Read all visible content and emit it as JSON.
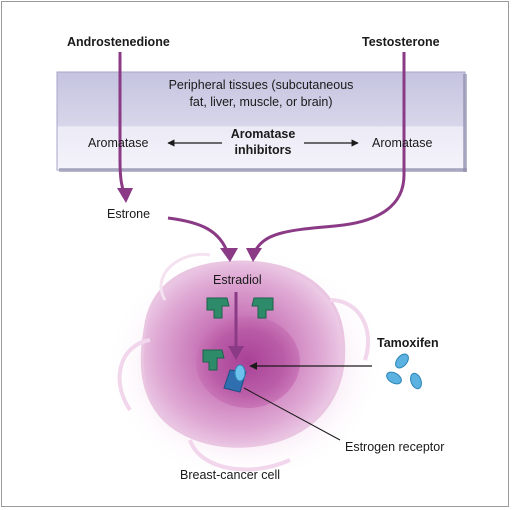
{
  "labels": {
    "androstenedione": "Androstenedione",
    "testosterone": "Testosterone",
    "peripheral_line1": "Peripheral tissues (subcutaneous",
    "peripheral_line2": "fat, liver, muscle, or brain)",
    "aromatase_left": "Aromatase",
    "aromatase_right": "Aromatase",
    "inhibitors_line1": "Aromatase",
    "inhibitors_line2": "inhibitors",
    "estrone": "Estrone",
    "estradiol": "Estradiol",
    "tamoxifen": "Tamoxifen",
    "estrogen_receptor": "Estrogen receptor",
    "breast_cancer_cell": "Breast-cancer cell"
  },
  "colors": {
    "pathway_arrow": "#8b3a86",
    "box_top": "#c9c8e3",
    "box_bottom": "#ebeaf5",
    "estradiol_molecule": "#2e8b6a",
    "tamoxifen_molecule": "#4aa3d8",
    "receptor": "#2f6fb0",
    "cell": "#c879b8"
  }
}
